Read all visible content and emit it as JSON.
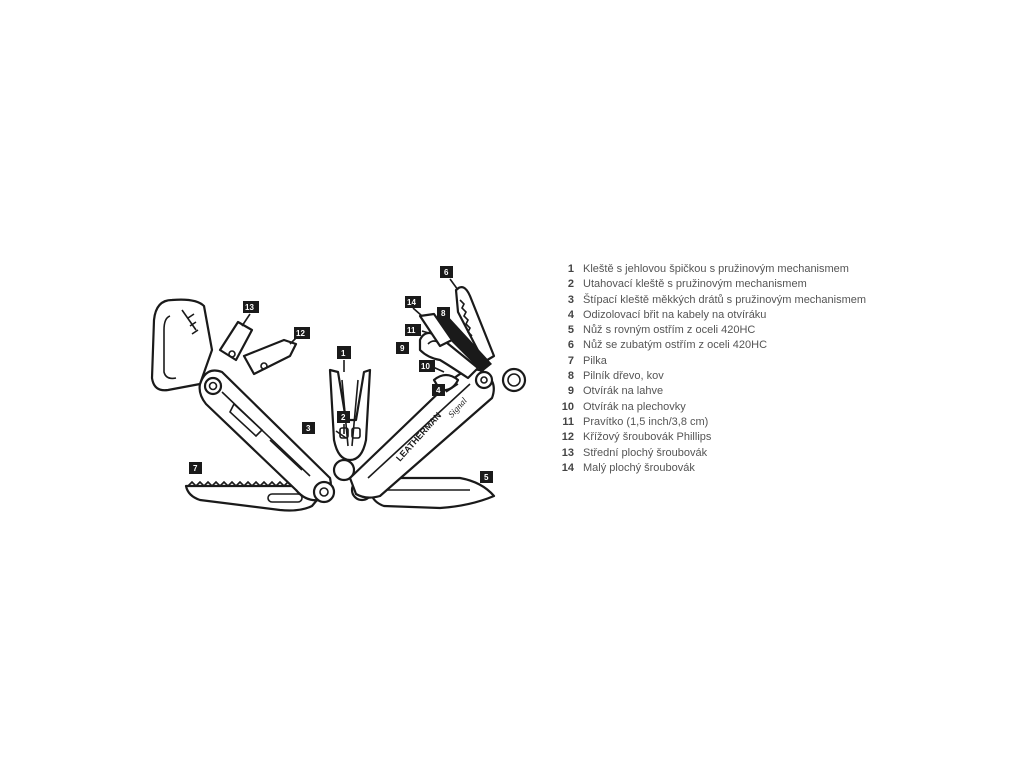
{
  "diagram": {
    "brand_text": "LEATHERMAN",
    "model_text": "Signal",
    "callouts": [
      "1",
      "2",
      "3",
      "4",
      "5",
      "6",
      "7",
      "8",
      "9",
      "10",
      "11",
      "12",
      "13",
      "14"
    ]
  },
  "legend": [
    {
      "num": "1",
      "text": "Kleště s jehlovou špičkou s pružinovým mechanismem"
    },
    {
      "num": "2",
      "text": "Utahovací kleště s pružinovým mechanismem"
    },
    {
      "num": "3",
      "text": "Štípací kleště měkkých drátů s pružinovým mechanismem"
    },
    {
      "num": "4",
      "text": "Odizolovací břit na kabely na otvíráku"
    },
    {
      "num": "5",
      "text": "Nůž s rovným ostřím z oceli 420HC"
    },
    {
      "num": "6",
      "text": "Nůž se zubatým ostřím z oceli 420HC"
    },
    {
      "num": "7",
      "text": "Pilka"
    },
    {
      "num": "8",
      "text": "Pilník dřevo, kov"
    },
    {
      "num": "9",
      "text": "Otvírák na lahve"
    },
    {
      "num": "10",
      "text": "Otvírák na plechovky"
    },
    {
      "num": "11",
      "text": "Pravítko (1,5 inch/3,8 cm)"
    },
    {
      "num": "12",
      "text": "Křížový šroubovák Phillips"
    },
    {
      "num": "13",
      "text": "Střední plochý šroubovák"
    },
    {
      "num": "14",
      "text": "Malý plochý šroubovák"
    }
  ]
}
